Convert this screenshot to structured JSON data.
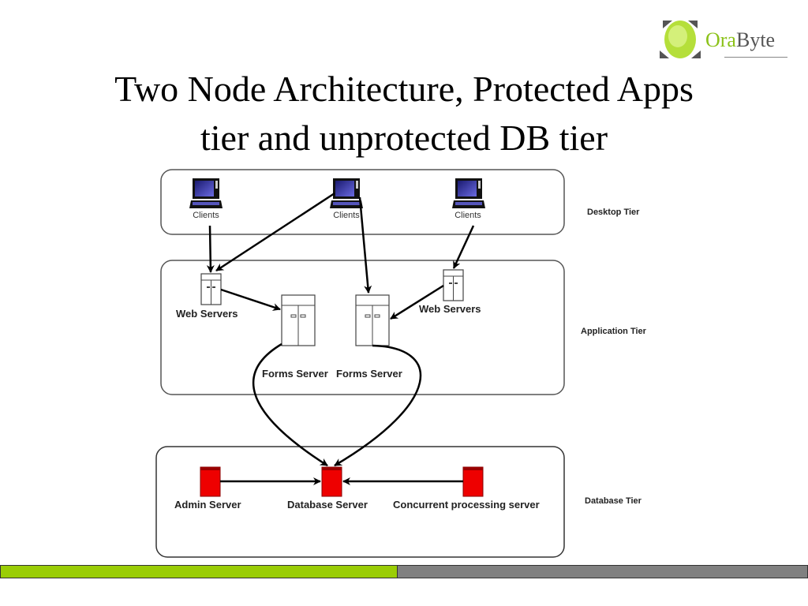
{
  "logo": {
    "text_part1": "Ora",
    "text_part2": "Byte",
    "colors": {
      "green": "#8cc21a",
      "gray": "#555555"
    }
  },
  "title": {
    "line1": "Two Node Architecture, Protected Apps",
    "line2": "tier and unprotected DB tier"
  },
  "tiers": {
    "desktop": {
      "label": "Desktop Tier",
      "clients": [
        "Clients",
        "Clients",
        "Clients"
      ]
    },
    "application": {
      "label": "Application Tier",
      "web_servers": [
        "Web Servers",
        "Web Servers"
      ],
      "forms_servers": [
        "Forms Server",
        "Forms Server"
      ]
    },
    "database": {
      "label": "Database Tier",
      "nodes": [
        "Admin Server",
        "Database Server",
        "Concurrent processing server"
      ]
    }
  },
  "colors": {
    "db_node": "#ee0000",
    "client_screen": "#2a2a9a",
    "footer_green": "#9acd06",
    "footer_gray": "#808080"
  }
}
